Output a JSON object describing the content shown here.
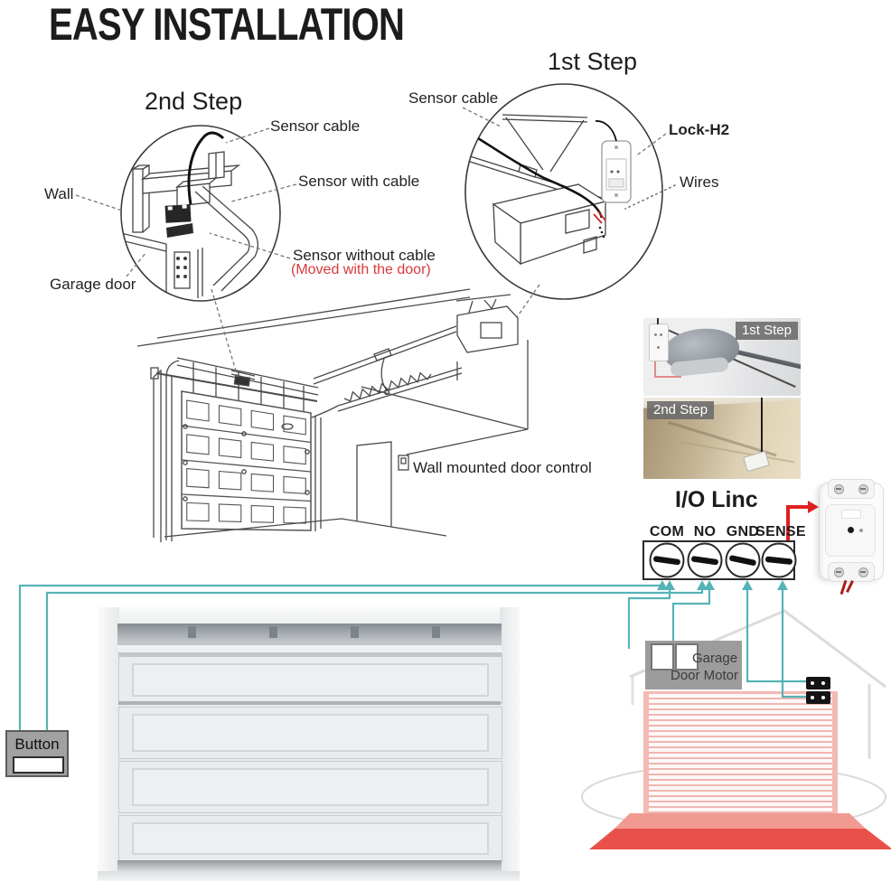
{
  "title": "EASY INSTALLATION",
  "steps": {
    "first": "1st Step",
    "second": "2nd Step"
  },
  "step2_labels": {
    "sensor_cable": "Sensor cable",
    "wall": "Wall",
    "garage_door": "Garage door",
    "sensor_with_cable": "Sensor with cable",
    "sensor_without_cable": "Sensor without cable",
    "moved_with_door": "(Moved with the door)"
  },
  "step1_labels": {
    "sensor_cable": "Sensor cable",
    "lock_h2": "Lock-H2",
    "wires": "Wires"
  },
  "main_drawing": {
    "wall_control": "Wall mounted door control"
  },
  "photos": {
    "first_badge": "1st Step",
    "second_badge": "2nd Step"
  },
  "io_linc": {
    "title": "I/O Linc",
    "terminals": [
      "COM",
      "NO",
      "GND",
      "SENSE"
    ]
  },
  "bottom": {
    "button": "Button",
    "motor_line1": "Garage",
    "motor_line2": "Door Motor"
  },
  "colors": {
    "wire_teal": "#56b3b6",
    "arrow_red": "#e01f1f",
    "shutter_pink": "#f0b6b0",
    "label_red": "#d93a3a"
  }
}
